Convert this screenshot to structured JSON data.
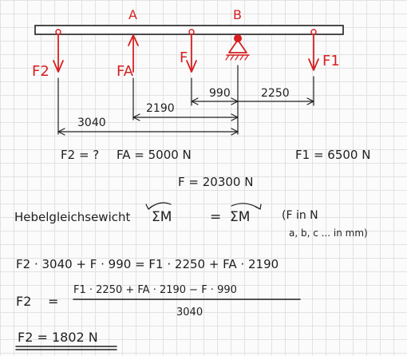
{
  "points": {
    "a": "A",
    "b": "B"
  },
  "forces": {
    "f2": "F2",
    "fa": "FA",
    "f": "F",
    "f1": "F1"
  },
  "dims": {
    "d990": "990",
    "d2250": "2250",
    "d2190": "2190",
    "d3040": "3040"
  },
  "given": {
    "f2": "F2 = ?",
    "fa": "FA = 5000 N",
    "f1": "F1 = 6500 N",
    "f": "F = 20300 N"
  },
  "principle": {
    "label": "Hebelgleichsewicht",
    "sum_left": "ΣM",
    "eq": "=",
    "sum_right": "ΣM",
    "note1": "(F in N",
    "note2": "a, b, c ... in mm)"
  },
  "equations": {
    "balance": "F2 · 3040  +  F · 990   =   F1 · 2250 + FA · 2190",
    "lhs": "F2",
    "eqsign": "=",
    "numerator": "F1 · 2250 + FA · 2190  −  F · 990",
    "denominator": "3040",
    "result": "F2 = 1802 N"
  }
}
